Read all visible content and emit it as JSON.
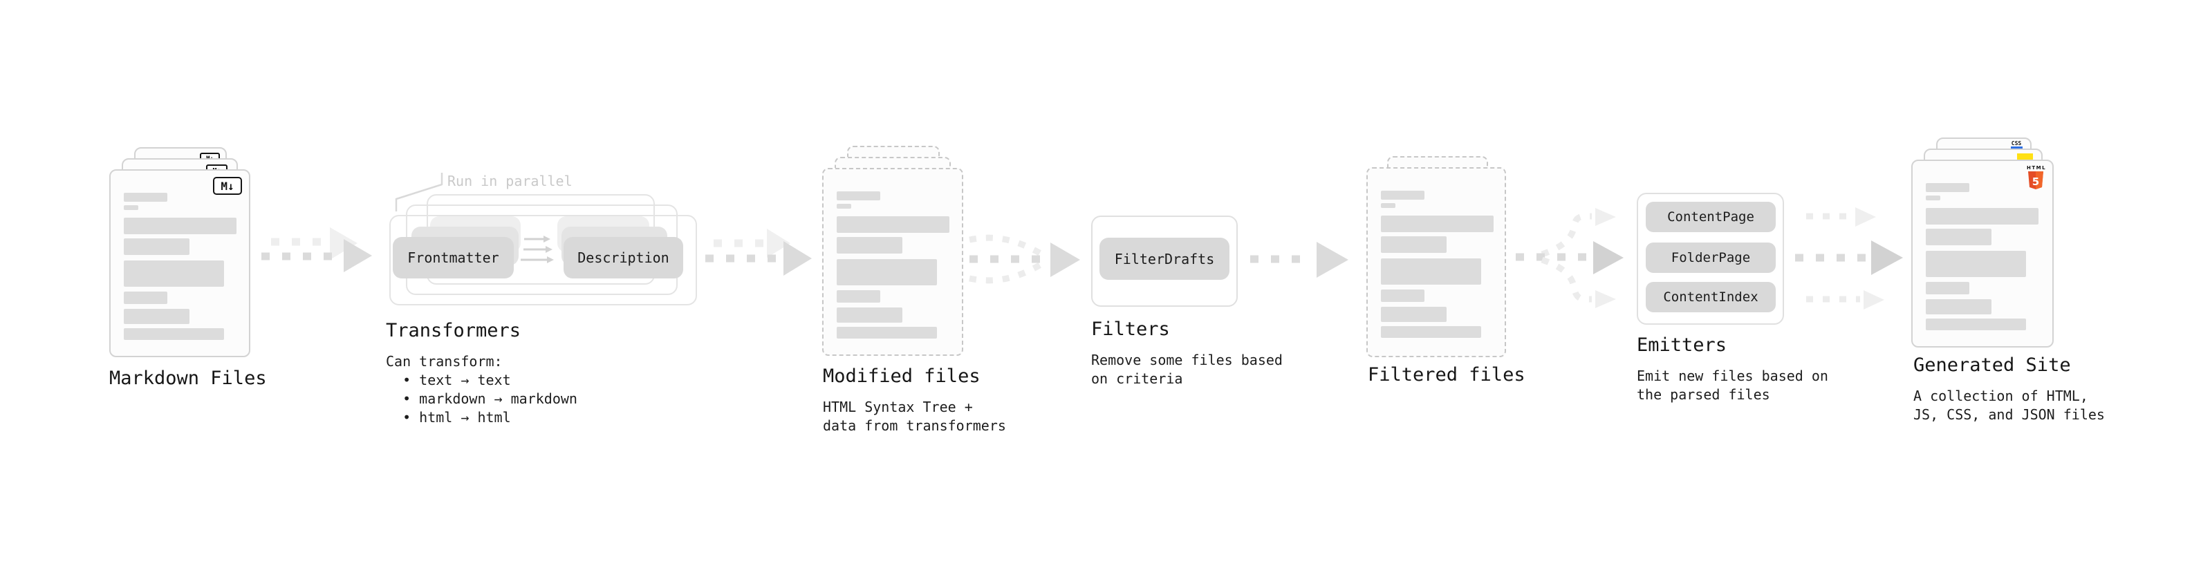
{
  "stages": {
    "markdown_files": {
      "title": "Markdown Files"
    },
    "transformers": {
      "title": "Transformers",
      "parallel_label": "Run in parallel",
      "pill_frontmatter": "Frontmatter",
      "pill_description": "Description",
      "notes": [
        "Can transform:",
        "  • text → text",
        "  • markdown → markdown",
        "  • html → html"
      ]
    },
    "modified_files": {
      "title": "Modified files",
      "sub": [
        "HTML Syntax Tree +",
        "data from transformers"
      ]
    },
    "filters": {
      "title": "Filters",
      "pill": "FilterDrafts",
      "sub": [
        "Remove some files based",
        "on criteria"
      ]
    },
    "filtered_files": {
      "title": "Filtered files"
    },
    "emitters": {
      "title": "Emitters",
      "pills": [
        "ContentPage",
        "FolderPage",
        "ContentIndex"
      ],
      "sub": [
        "Emit new files based on",
        "the parsed files"
      ]
    },
    "generated_site": {
      "title": "Generated Site",
      "sub": [
        "A collection of HTML,",
        "JS, CSS, and JSON files"
      ]
    }
  },
  "badges": {
    "markdown": "M↓",
    "css": "CSS",
    "html_word": "HTML",
    "html_number": "5"
  },
  "colors": {
    "pill_bg": "#d9d9d9",
    "placeholder_bar": "#dcdcdc",
    "arrow_gray": "#dbdbdb",
    "html5_orange": "#e44d26",
    "html5_orange_light": "#f16529",
    "js_yellow": "#ffe014",
    "css_blue": "#2d6fe4",
    "muted_label": "#c9c9c9"
  }
}
